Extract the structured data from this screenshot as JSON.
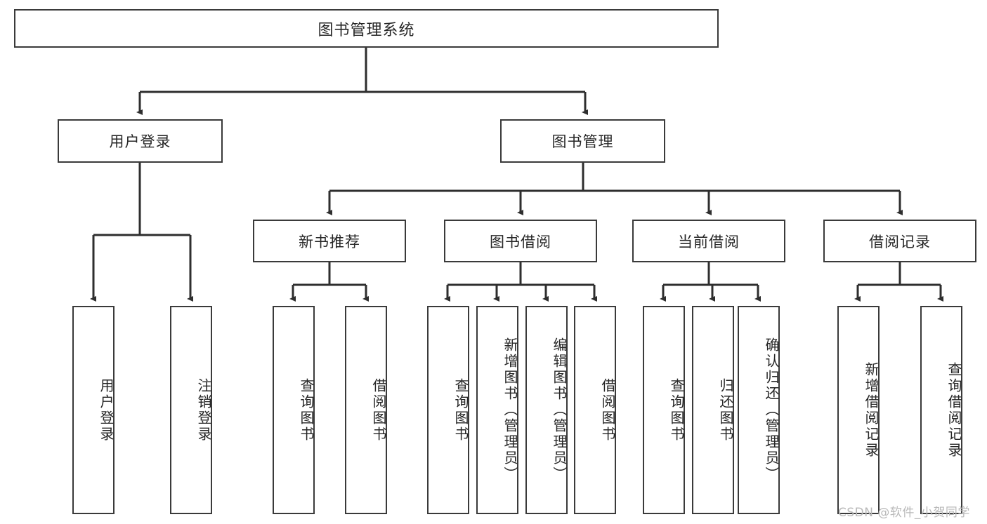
{
  "diagram": {
    "title": "图书管理系统",
    "type": "tree-hierarchy",
    "edge_color": "#3a3a3a",
    "box_border_color": "#3a3a3a",
    "box_fill_color": "#ffffff",
    "text_color": "#262626"
  },
  "root": {
    "label": "图书管理系统"
  },
  "level1": [
    {
      "label": "用户登录"
    },
    {
      "label": "图书管理"
    }
  ],
  "level2": [
    {
      "label": "新书推荐"
    },
    {
      "label": "图书借阅"
    },
    {
      "label": "当前借阅"
    },
    {
      "label": "借阅记录"
    }
  ],
  "leaves": {
    "user_login": [
      {
        "label": "用户登录"
      },
      {
        "label": "注销登录"
      }
    ],
    "new_book_recommend": [
      {
        "label": "查询图书"
      },
      {
        "label": "借阅图书"
      }
    ],
    "book_borrow": [
      {
        "label": "查询图书"
      },
      {
        "label": "新增图书（管理员）"
      },
      {
        "label": "编辑图书（管理员）"
      },
      {
        "label": "借阅图书"
      }
    ],
    "current_borrow": [
      {
        "label": "查询图书"
      },
      {
        "label": "归还图书"
      },
      {
        "label": "确认归还（管理员）"
      }
    ],
    "borrow_record": [
      {
        "label": "新增借阅记录"
      },
      {
        "label": "查询借阅记录"
      }
    ]
  },
  "watermark": {
    "text": "CSDN @软件_小贺同学"
  }
}
